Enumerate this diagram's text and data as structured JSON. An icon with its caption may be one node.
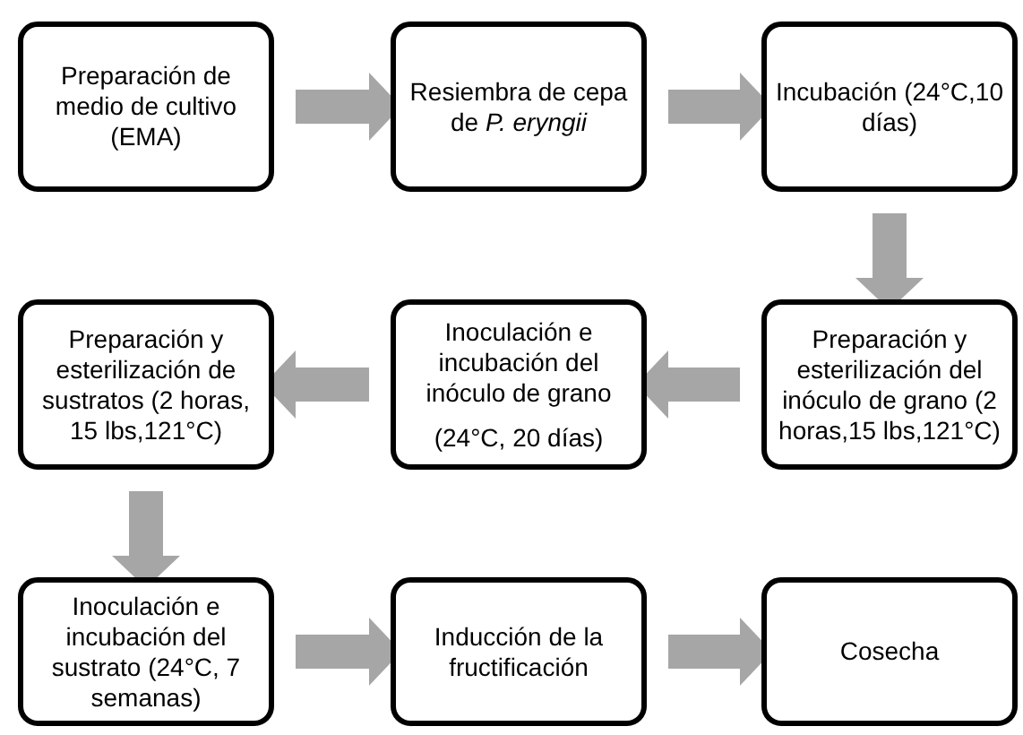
{
  "diagram": {
    "nodes": [
      {
        "text": [
          "Preparación  de medio de cultivo (EMA)"
        ]
      },
      {
        "text": [
          "Resiembra de cepa de *P. eryngii*"
        ]
      },
      {
        "text": [
          "Incubación (24°C,10 días)"
        ]
      },
      {
        "text": [
          "Preparación y esterilización del inóculo de grano (2 horas,15 lbs,121°C)"
        ]
      },
      {
        "text": [
          "Inoculación e incubación del inóculo de grano",
          "(24°C, 20 días)"
        ]
      },
      {
        "text": [
          "Preparación y esterilización de sustratos (2 horas, 15 lbs,121°C)"
        ]
      },
      {
        "text": [
          "Inoculación e incubación del sustrato (24°C, 7 semanas)"
        ]
      },
      {
        "text": [
          "Inducción de la fructificación"
        ]
      },
      {
        "text": [
          "Cosecha"
        ]
      }
    ],
    "edges": [
      {
        "from": 0,
        "to": 1,
        "arrow": "to"
      },
      {
        "from": 1,
        "to": 2,
        "arrow": "to"
      },
      {
        "from": 2,
        "to": 3,
        "arrow": "to"
      },
      {
        "from": 3,
        "to": 4,
        "arrow": "to"
      },
      {
        "from": 4,
        "to": 5,
        "arrow": "to"
      },
      {
        "from": 5,
        "to": 6,
        "arrow": "to"
      },
      {
        "from": 6,
        "to": 7,
        "arrow": "to"
      },
      {
        "from": 7,
        "to": 8,
        "arrow": "to"
      }
    ]
  }
}
